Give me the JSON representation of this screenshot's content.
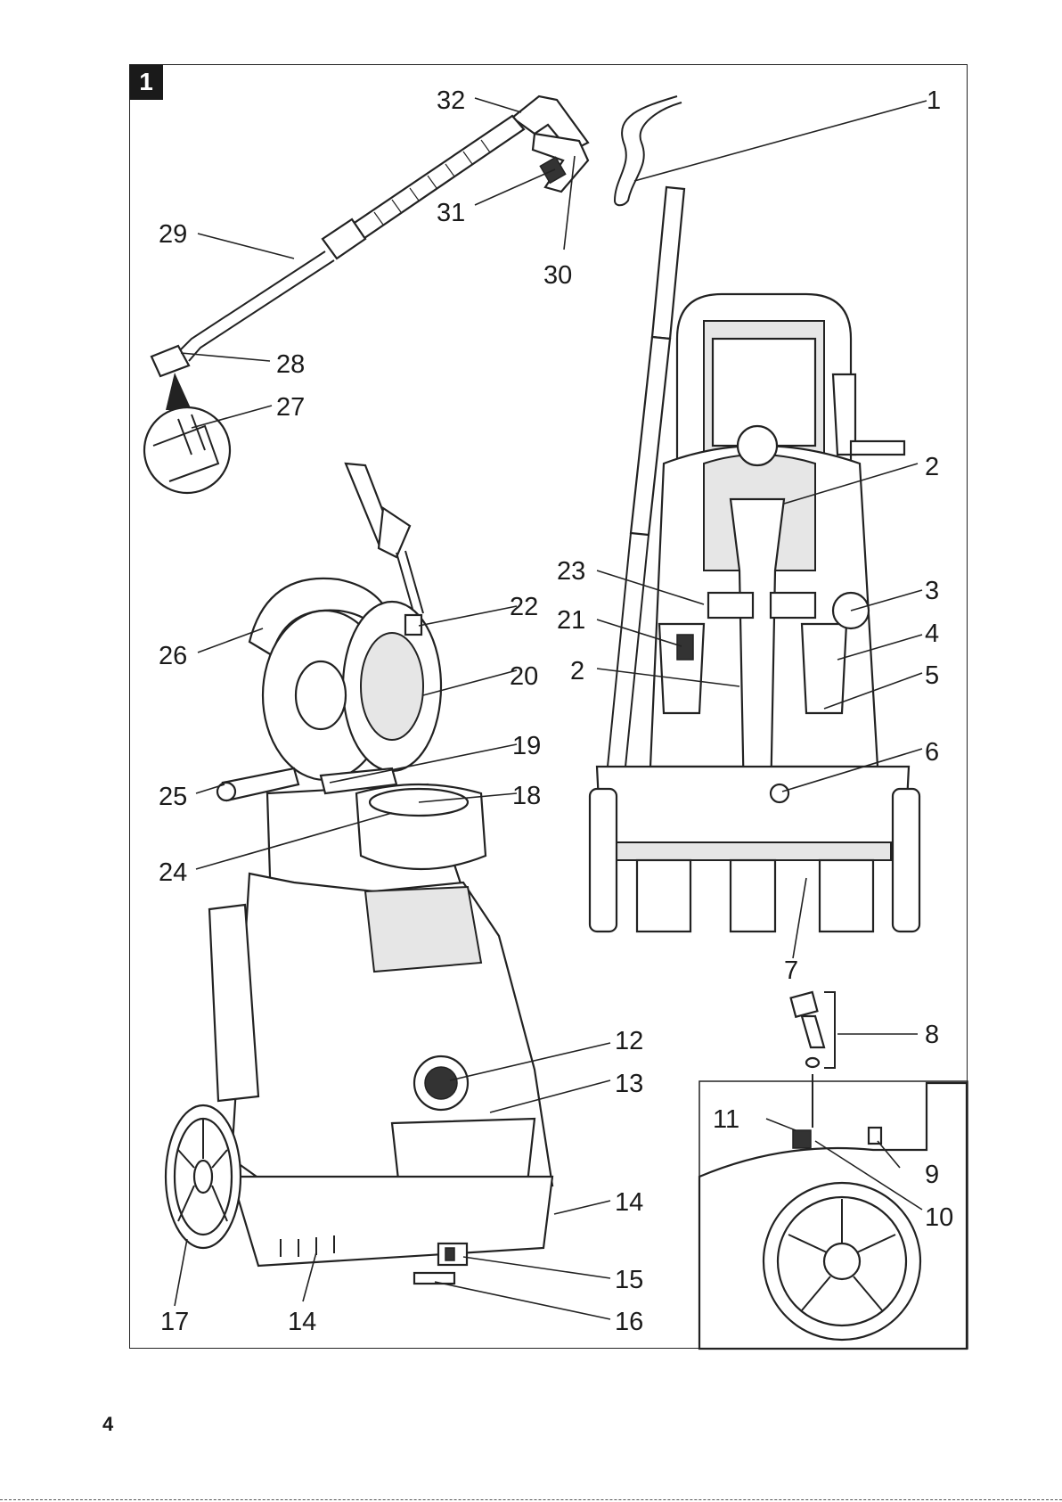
{
  "figure": {
    "label": "1"
  },
  "callouts": [
    {
      "id": "c1",
      "text": "1"
    },
    {
      "id": "c2a",
      "text": "2"
    },
    {
      "id": "c2b",
      "text": "2"
    },
    {
      "id": "c3",
      "text": "3"
    },
    {
      "id": "c4",
      "text": "4"
    },
    {
      "id": "c5",
      "text": "5"
    },
    {
      "id": "c6",
      "text": "6"
    },
    {
      "id": "c7",
      "text": "7"
    },
    {
      "id": "c8",
      "text": "8"
    },
    {
      "id": "c9",
      "text": "9"
    },
    {
      "id": "c10",
      "text": "10"
    },
    {
      "id": "c11",
      "text": "11"
    },
    {
      "id": "c12",
      "text": "12"
    },
    {
      "id": "c13",
      "text": "13"
    },
    {
      "id": "c14a",
      "text": "14"
    },
    {
      "id": "c14b",
      "text": "14"
    },
    {
      "id": "c15",
      "text": "15"
    },
    {
      "id": "c16",
      "text": "16"
    },
    {
      "id": "c17",
      "text": "17"
    },
    {
      "id": "c18",
      "text": "18"
    },
    {
      "id": "c19",
      "text": "19"
    },
    {
      "id": "c20",
      "text": "20"
    },
    {
      "id": "c21",
      "text": "21"
    },
    {
      "id": "c22",
      "text": "22"
    },
    {
      "id": "c23",
      "text": "23"
    },
    {
      "id": "c24",
      "text": "24"
    },
    {
      "id": "c25",
      "text": "25"
    },
    {
      "id": "c26",
      "text": "26"
    },
    {
      "id": "c27",
      "text": "27"
    },
    {
      "id": "c28",
      "text": "28"
    },
    {
      "id": "c29",
      "text": "29"
    },
    {
      "id": "c30",
      "text": "30"
    },
    {
      "id": "c31",
      "text": "31"
    },
    {
      "id": "c32",
      "text": "32"
    }
  ],
  "page": {
    "number": "4"
  }
}
